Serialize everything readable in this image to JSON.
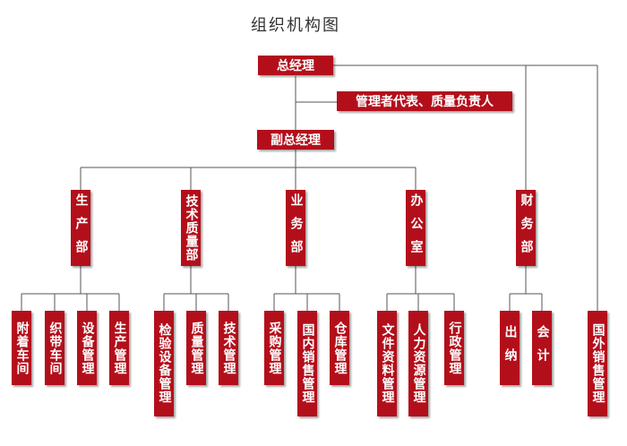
{
  "title": "组织机构图",
  "colors": {
    "box": "#b30f1b",
    "line": "#555555",
    "text": "#ffffff"
  },
  "top": {
    "general_manager": "总经理",
    "representative": "管理者代表、质量负责人",
    "deputy_manager": "副总经理"
  },
  "departments": {
    "production": "生产部",
    "tech_quality": "技术质量部",
    "business": "业务部",
    "office": "办公室",
    "finance": "财务部",
    "foreign_sales": "国外销售管理"
  },
  "units": {
    "production": [
      "附着车间",
      "织带车间",
      "设备管理",
      "生产管理"
    ],
    "tech_quality": [
      "检验设备管理",
      "质量管理",
      "技术管理"
    ],
    "business": [
      "采购管理",
      "国内销售管理",
      "仓库管理"
    ],
    "office": [
      "文件资料管理",
      "人力资源管理",
      "行政管理"
    ],
    "finance": [
      "出纳",
      "会计"
    ]
  }
}
